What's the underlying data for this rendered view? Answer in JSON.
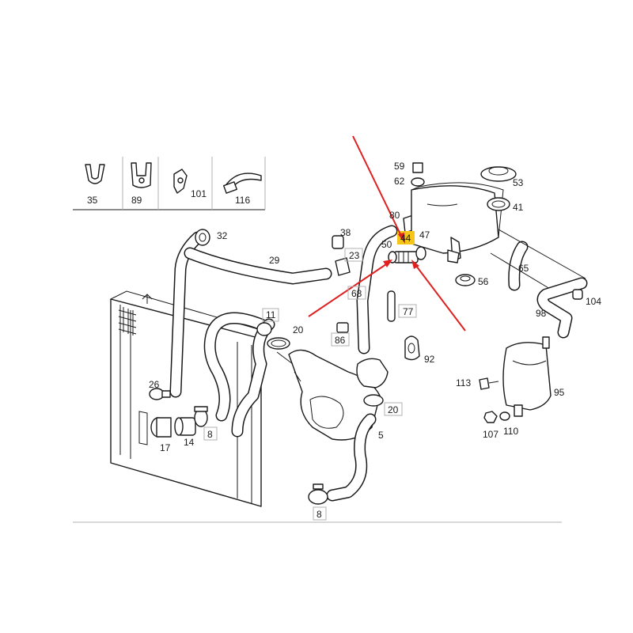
{
  "legend_parts": [
    {
      "num": "35",
      "icon": "hose-clip-icon"
    },
    {
      "num": "89",
      "icon": "double-clip-icon"
    },
    {
      "num": "101",
      "icon": "bracket-clip-icon"
    },
    {
      "num": "116",
      "icon": "cable-tie-icon"
    }
  ],
  "labels": {
    "p59": "59",
    "p62": "62",
    "p53": "53",
    "p41": "41",
    "p80": "80",
    "p38": "38",
    "p50": "50",
    "p44": "44",
    "p47": "47",
    "p32": "32",
    "p29": "29",
    "p23": "23",
    "p65": "65",
    "p56": "56",
    "p68": "68",
    "p77": "77",
    "p104": "104",
    "p98": "98",
    "p11": "11",
    "p20a": "20",
    "p86": "86",
    "p92": "92",
    "p113": "113",
    "p95": "95",
    "p26": "26",
    "p20b": "20",
    "p107": "107",
    "p110": "110",
    "p17": "17",
    "p14": "14",
    "p8a": "8",
    "p5": "5",
    "p8b": "8"
  },
  "highlight": {
    "part": "44",
    "color": "#f5c518"
  },
  "arrow_color": "#e02020"
}
